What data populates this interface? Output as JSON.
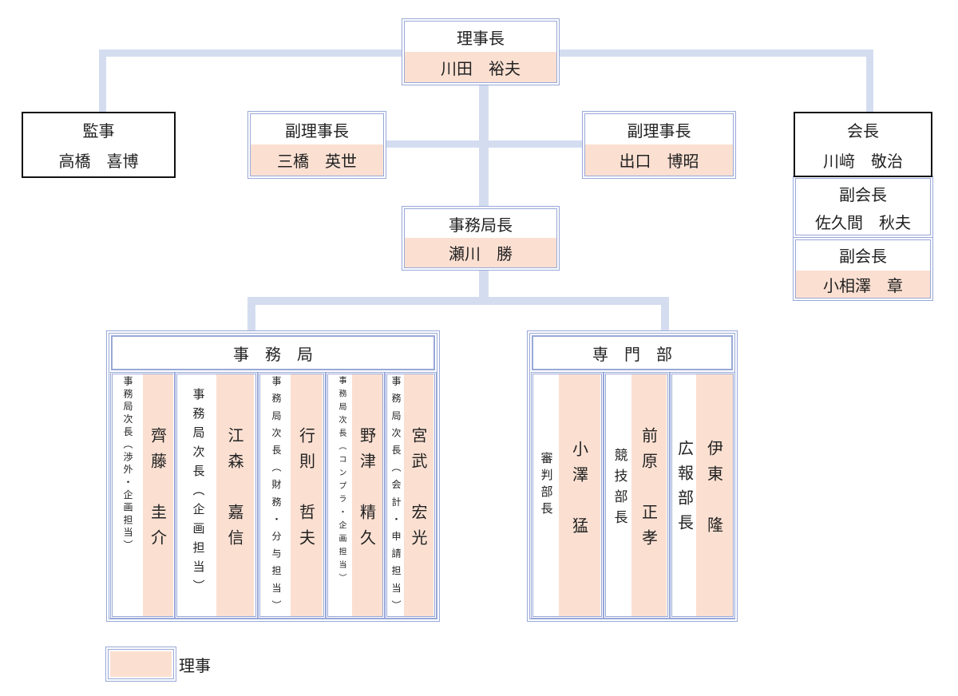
{
  "chairman": {
    "title": "理事長",
    "name": "川田　裕夫"
  },
  "auditor": {
    "title": "監事",
    "name": "高橋　喜博"
  },
  "vice_chairman_left": {
    "title": "副理事長",
    "name": "三橋　英世"
  },
  "vice_chairman_right": {
    "title": "副理事長",
    "name": "出口　博昭"
  },
  "president": {
    "title": "会長",
    "name": "川﨑　敬治"
  },
  "vice_president_1": {
    "title": "副会長",
    "name": "佐久間　秋夫"
  },
  "vice_president_2": {
    "title": "副会長",
    "name": "小相澤　章"
  },
  "secretary_general": {
    "title": "事務局長",
    "name": "瀬川　勝"
  },
  "secretariat": {
    "header": "事　務　局",
    "members": [
      {
        "title": "事務局次長（渉外・企画担当）",
        "name": "齊藤　圭介"
      },
      {
        "title": "事務局次長（企画担当）",
        "name": "江森　嘉信"
      },
      {
        "title": "事務局次長（財務・分与担当）",
        "name": "行則　哲夫"
      },
      {
        "title": "事務局次長（コンプラ・企画担当）",
        "name": "野津　精久"
      },
      {
        "title": "事務局次長（会計・申請担当）",
        "name": "宮武　宏光"
      }
    ]
  },
  "specialist": {
    "header": "専　門　部",
    "members": [
      {
        "title": "審判部長",
        "name": "小澤　猛"
      },
      {
        "title": "競技部長",
        "name": "前原　正孝"
      },
      {
        "title": "広報部長",
        "name": "伊東　隆"
      }
    ]
  },
  "legend": {
    "label": "理事"
  },
  "colors": {
    "director_fill": "#fbe0d2",
    "border": "#98a8d8",
    "connector": "#d4ddf0"
  }
}
